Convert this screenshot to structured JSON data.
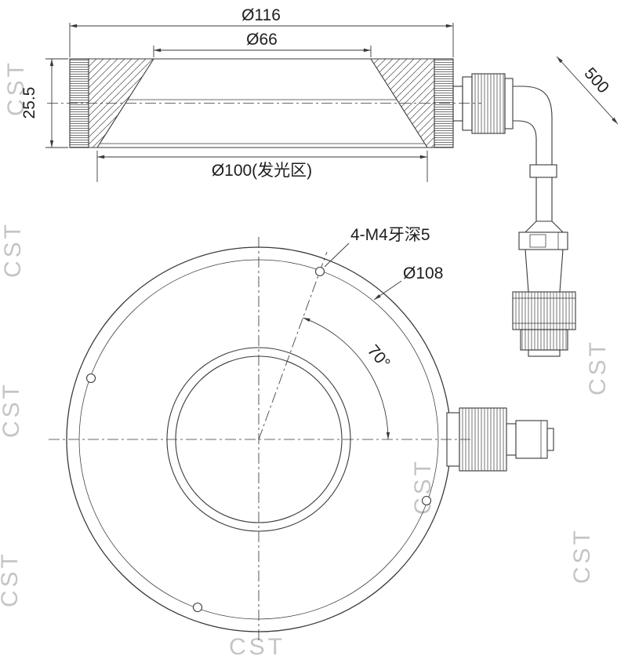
{
  "watermark": {
    "text": "CST"
  },
  "side_view": {
    "dim_outer_diameter": "Ø116",
    "dim_inner_diameter": "Ø66",
    "dim_height": "25.5",
    "dim_luminous_area": "Ø100(发光区)",
    "dim_cable_length": "500"
  },
  "front_view": {
    "dim_mount_holes": "4-M4牙深5",
    "dim_bolt_circle": "Ø108",
    "dim_angle": "70°"
  },
  "colors": {
    "line": "#3a3a3a",
    "watermark": "#b8bdb8",
    "background": "#ffffff"
  }
}
